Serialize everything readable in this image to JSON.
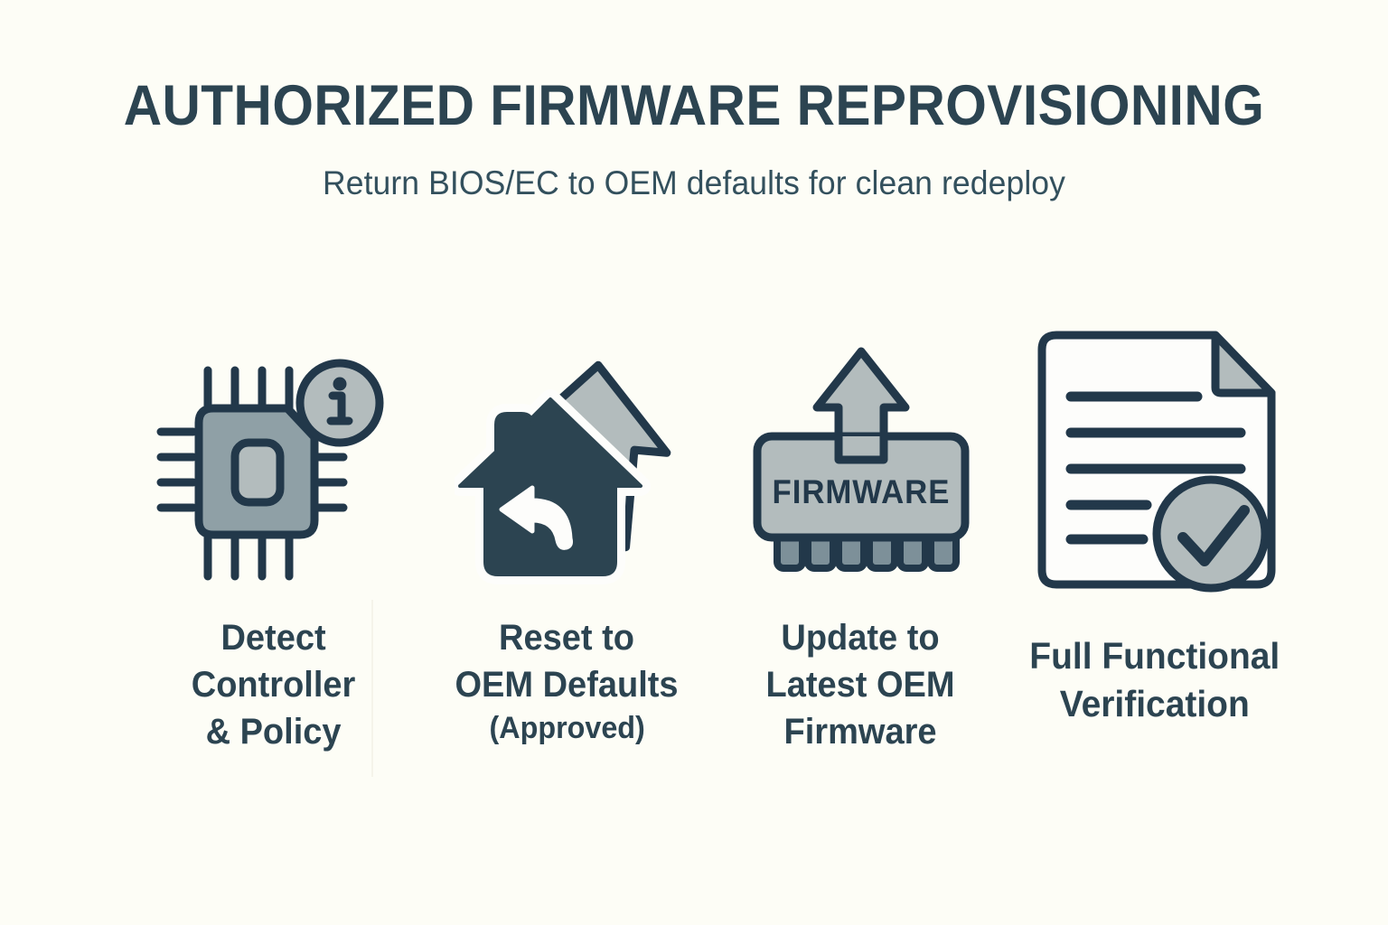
{
  "heading": {
    "title": "AUTHORIZED FIRMWARE REPROVISIONING",
    "subtitle": "Return BIOS/EC to OEM defaults for clean redeploy"
  },
  "colors": {
    "background": "#fdfdf6",
    "ink_dark": "#2c4451",
    "ink_outline": "#22384a",
    "fill_mid_gray": "#8fa0a6",
    "fill_light_gray": "#b3bcbd",
    "fill_pale_gray": "#c4cccc",
    "pin_gray": "#7d9099",
    "paper_white": "#fdfdfb",
    "divider": "#f5f4ea"
  },
  "steps": [
    {
      "id": "detect-controller-policy",
      "icon": "microcontroller-chip-with-info-badge-icon",
      "label": "Detect\nController\n& Policy",
      "sublabel": ""
    },
    {
      "id": "reset-to-oem-defaults",
      "icon": "home-reset-undo-arrow-icon",
      "label": "Reset to\nOEM Defaults",
      "sublabel": "(Approved)"
    },
    {
      "id": "update-to-latest-oem-firmware",
      "icon": "firmware-chip-upload-arrow-icon",
      "label": "Update to\nLatest OEM\nFirmware",
      "sublabel": ""
    },
    {
      "id": "full-functional-verification",
      "icon": "document-with-check-seal-icon",
      "label": "Full Functional\nVerification",
      "sublabel": ""
    }
  ],
  "icon_labels": {
    "firmware_chip_text": "FIRMWARE",
    "info_badge_glyph": "i",
    "check_glyph": "check"
  }
}
